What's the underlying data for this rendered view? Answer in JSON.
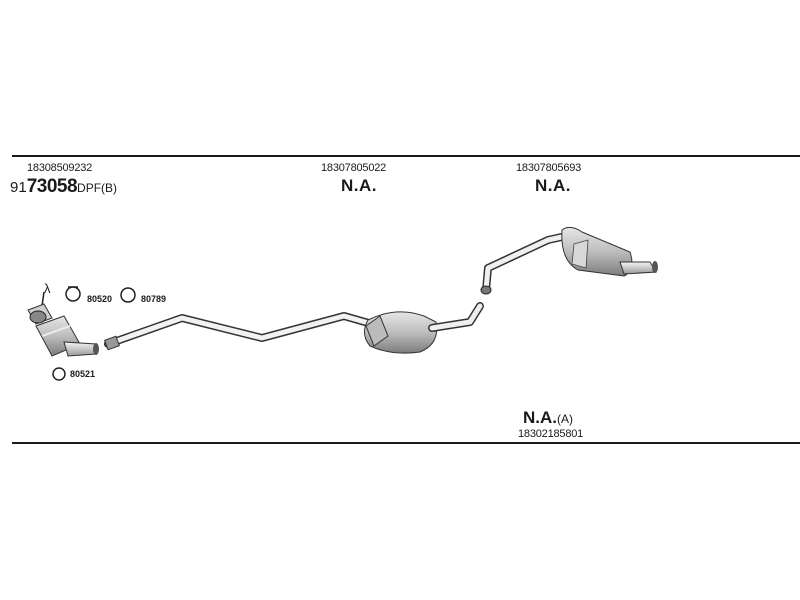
{
  "section_1": {
    "part_number": "18308509232",
    "main_prefix": "91",
    "main_bold": "73058",
    "main_suffix": "DPF(B)"
  },
  "section_2": {
    "part_number": "18307805022",
    "label": "N.A."
  },
  "section_3": {
    "part_number": "18307805693",
    "label": "N.A."
  },
  "section_bottom": {
    "label": "N.A.",
    "label_suffix": "(A)",
    "part_number": "18302185801"
  },
  "clips": {
    "lambda_symbol": "λ",
    "clip_1": "80520",
    "clip_2": "80789",
    "clip_3": "80521"
  }
}
